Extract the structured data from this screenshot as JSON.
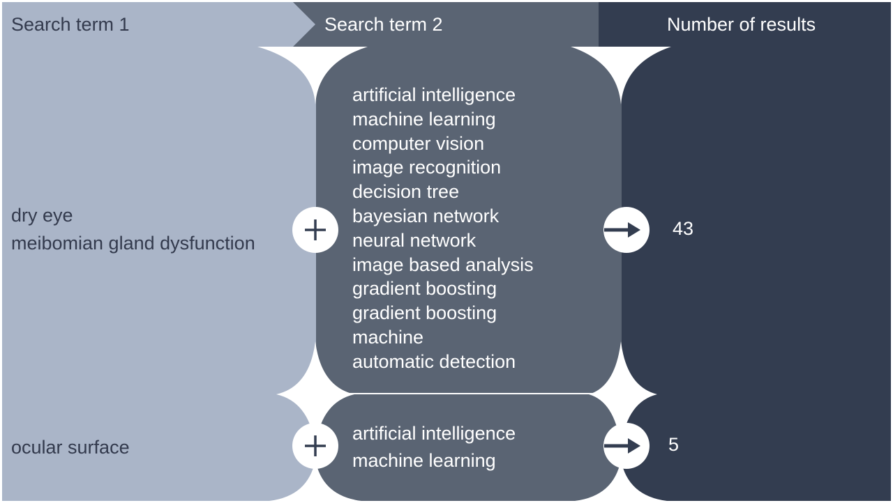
{
  "colors": {
    "col1": "#aab5c8",
    "col2": "#5a6473",
    "col3": "#333d50",
    "white": "#ffffff"
  },
  "headers": {
    "term1": "Search term 1",
    "term2": "Search term 2",
    "results": "Number of results"
  },
  "rows": [
    {
      "term1": [
        "dry eye",
        "meibomian gland dysfunction"
      ],
      "term2": [
        "artificial intelligence",
        "machine learning",
        "computer vision",
        "image recognition",
        "decision tree",
        "bayesian network",
        "neural network",
        "image based analysis",
        "gradient boosting",
        "gradient boosting",
        "machine",
        "automatic detection"
      ],
      "operator_icon": "plus-icon",
      "arrow_icon": "arrow-right-icon",
      "count": "43"
    },
    {
      "term1": [
        "ocular surface"
      ],
      "term2": [
        "artificial intelligence",
        "machine learning"
      ],
      "operator_icon": "plus-icon",
      "arrow_icon": "arrow-right-icon",
      "count": "5"
    }
  ]
}
